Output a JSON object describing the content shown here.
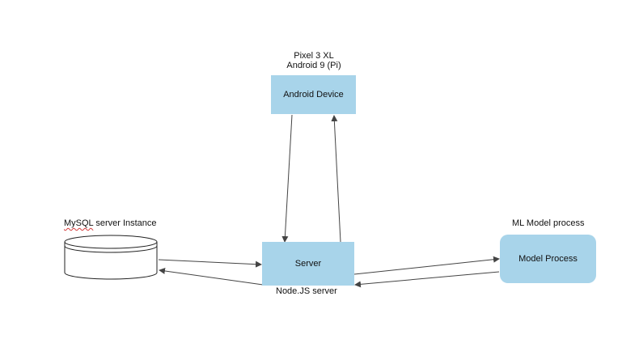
{
  "colors": {
    "box_fill": "#a8d4ea",
    "line": "#444444",
    "cylinder_fill": "#ffffff"
  },
  "android": {
    "caption_line1": "Pixel 3 XL",
    "caption_line2": "Android 9 (Pi)",
    "label": "Android Device"
  },
  "server": {
    "label": "Server",
    "caption": "Node.JS server"
  },
  "mysql": {
    "caption_word": "MySQL",
    "caption_rest": " server Instance"
  },
  "model": {
    "caption": "ML Model process",
    "label": "Model Process"
  }
}
